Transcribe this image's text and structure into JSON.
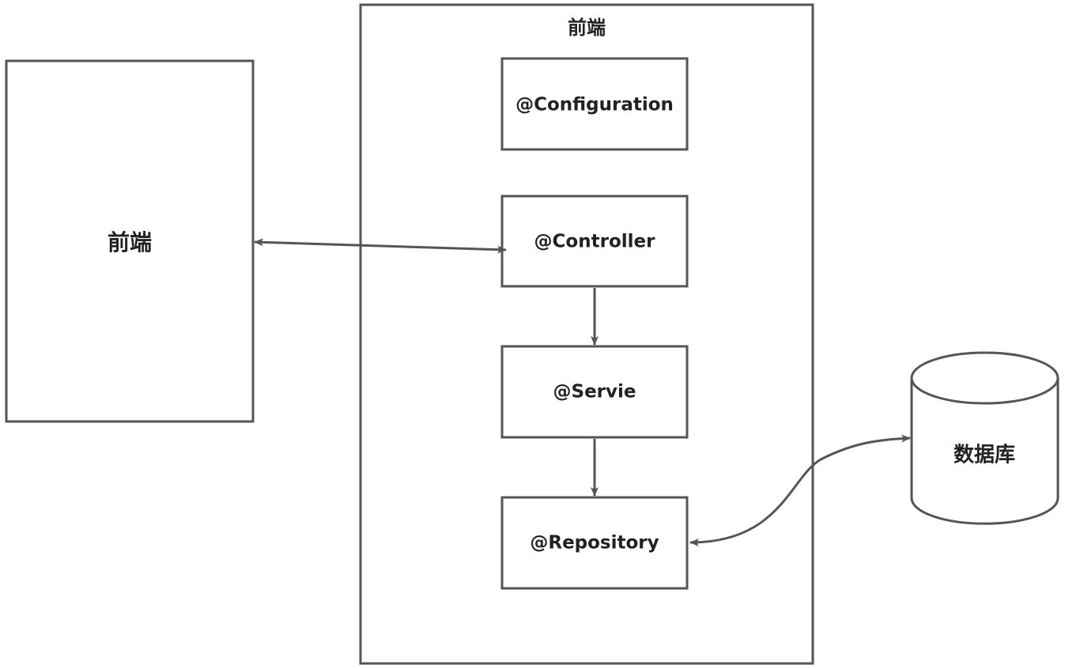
{
  "diagram": {
    "colors": {
      "stroke": "#555555",
      "text": "#222222",
      "background": "#ffffff"
    },
    "client": {
      "label": "前端"
    },
    "backend": {
      "label": "前端",
      "layers": [
        {
          "id": "configuration",
          "label": "@Configuration"
        },
        {
          "id": "controller",
          "label": "@Controller"
        },
        {
          "id": "service",
          "label": "@Servie"
        },
        {
          "id": "repository",
          "label": "@Repository"
        }
      ]
    },
    "database": {
      "label": "数据库",
      "icon": "cylinder-icon"
    },
    "connections": [
      {
        "from": "client",
        "to": "controller",
        "direction": "both"
      },
      {
        "from": "controller",
        "to": "service",
        "direction": "forward"
      },
      {
        "from": "service",
        "to": "repository",
        "direction": "forward"
      },
      {
        "from": "repository",
        "to": "database",
        "direction": "both"
      }
    ]
  }
}
